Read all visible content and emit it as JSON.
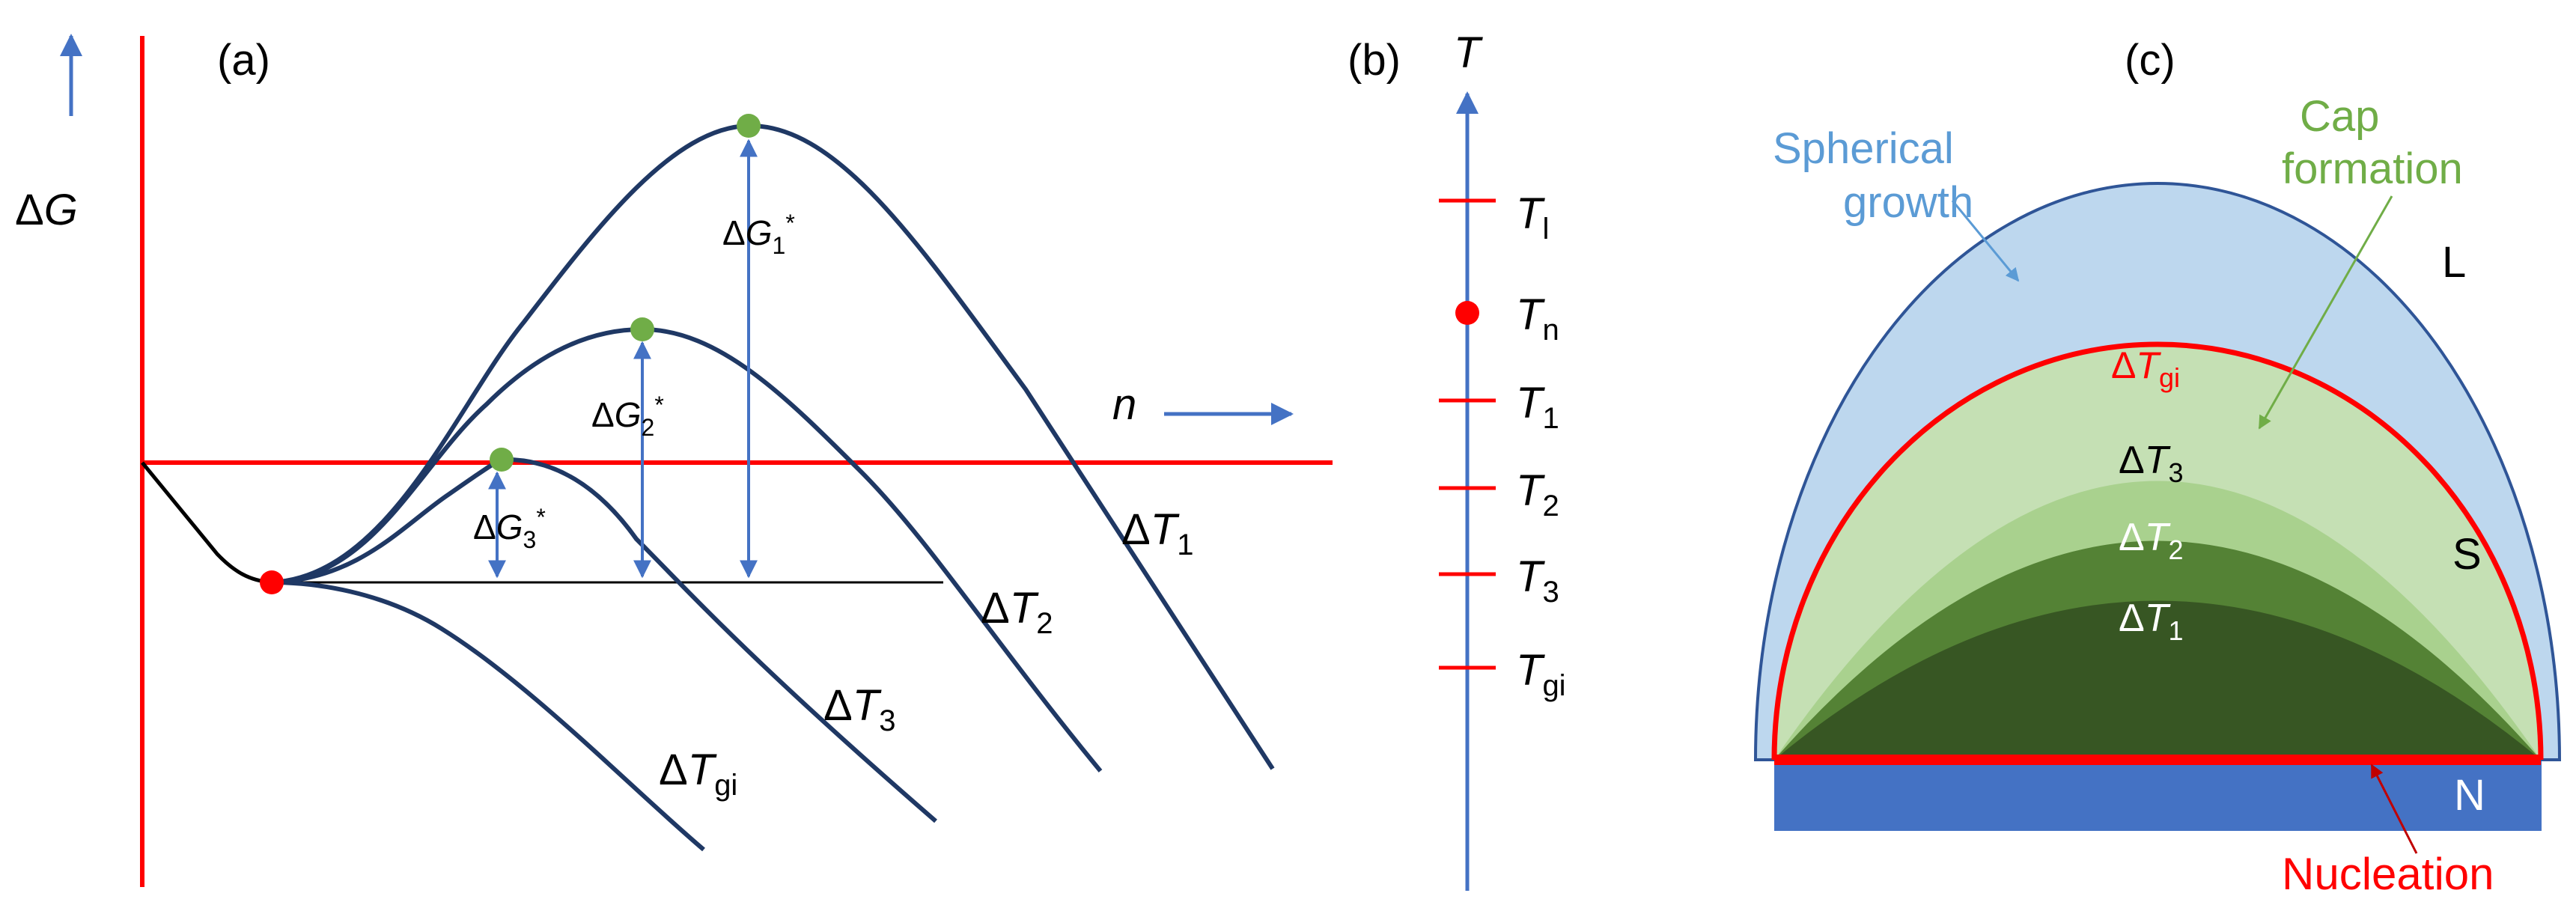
{
  "panels": {
    "a": {
      "label": "(a)",
      "y_axis": {
        "delta": "Δ",
        "symbol": "G"
      },
      "x_axis": {
        "symbol": "n"
      },
      "curves": [
        {
          "delta": "Δ",
          "var": "T",
          "sub": "1"
        },
        {
          "delta": "Δ",
          "var": "T",
          "sub": "2"
        },
        {
          "delta": "Δ",
          "var": "T",
          "sub": "3"
        },
        {
          "delta": "Δ",
          "var": "T",
          "sub": "gi"
        }
      ],
      "barriers": [
        {
          "delta": "Δ",
          "var": "G",
          "sub": "1",
          "sup": "*"
        },
        {
          "delta": "Δ",
          "var": "G",
          "sub": "2",
          "sup": "*"
        },
        {
          "delta": "Δ",
          "var": "G",
          "sub": "3",
          "sup": "*"
        }
      ]
    },
    "b": {
      "label": "(b)",
      "axis_symbol": "T",
      "ticks": [
        {
          "var": "T",
          "sub": "l"
        },
        {
          "var": "T",
          "sub": "n"
        },
        {
          "var": "T",
          "sub": "1"
        },
        {
          "var": "T",
          "sub": "2"
        },
        {
          "var": "T",
          "sub": "3"
        },
        {
          "var": "T",
          "sub": "gi"
        }
      ]
    },
    "c": {
      "label": "(c)",
      "annotations": {
        "spherical_growth": [
          "Spherical",
          "growth"
        ],
        "cap_formation": [
          "Cap",
          "formation"
        ],
        "nucleation": "Nucleation"
      },
      "regions": {
        "liquid": "L",
        "solid": "S",
        "substrate": "N"
      },
      "layers": [
        {
          "delta": "Δ",
          "var": "T",
          "sub": "gi"
        },
        {
          "delta": "Δ",
          "var": "T",
          "sub": "3"
        },
        {
          "delta": "Δ",
          "var": "T",
          "sub": "2"
        },
        {
          "delta": "Δ",
          "var": "T",
          "sub": "1"
        }
      ]
    }
  },
  "colors": {
    "curve": "#1f3864",
    "axis_red": "#ff0000",
    "arrow_blue": "#4472c4",
    "max_point": "#70ad47",
    "liquid_fill": "#bdd7ee",
    "spherical_text": "#5b9bd5",
    "cap_text": "#70ad47",
    "substrate": "#4472c4",
    "layer_gi": "#c5e0b4",
    "layer_3": "#a9d18e",
    "layer_2": "#548235",
    "layer_1": "#375623"
  }
}
